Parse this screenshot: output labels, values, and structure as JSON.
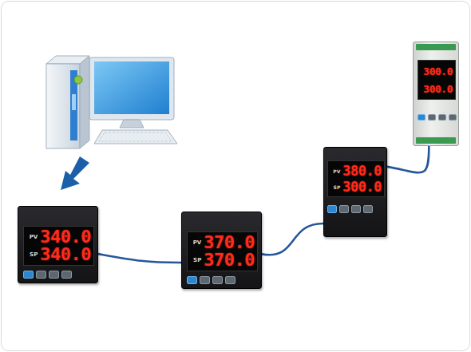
{
  "diagram": {
    "nodes": [
      {
        "text": [
          "340.0",
          "340.0"
        ]
      },
      {
        "text": [
          "370.0",
          "370.0"
        ]
      },
      {
        "text": [
          "380.0",
          "300.0"
        ]
      },
      {
        "text": [
          "300.0",
          "300.0"
        ]
      }
    ],
    "edges": [
      {
        "from": 0,
        "to": 1,
        "arrow": "none"
      },
      {
        "from": 1,
        "to": 2,
        "arrow": "none"
      },
      {
        "from": 2,
        "to": 3,
        "arrow": "none"
      }
    ],
    "labels": [
      "PV",
      "SP",
      "PV",
      "SP",
      "PV",
      "SP"
    ]
  }
}
